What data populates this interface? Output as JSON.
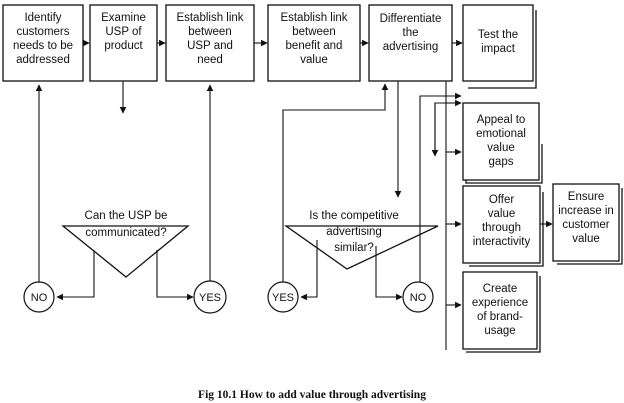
{
  "boxes": {
    "identify": [
      "Identify",
      "customers",
      "needs to be",
      "addressed"
    ],
    "examine": [
      "Examine",
      "USP of",
      "product"
    ],
    "establish_usp": [
      "Establish link",
      "between",
      "USP and",
      "need"
    ],
    "establish_benefit": [
      "Establish link",
      "between",
      "benefit and",
      "value"
    ],
    "differentiate": [
      "Differentiate",
      "the",
      "advertising"
    ],
    "test": [
      "Test the",
      "impact"
    ],
    "appeal": [
      "Appeal to",
      "emotional",
      "value",
      "gaps"
    ],
    "offer": [
      "Offer",
      "value",
      "through",
      "interactivity"
    ],
    "create": [
      "Create",
      "experience",
      "of brand-",
      "usage"
    ],
    "ensure": [
      "Ensure",
      "increase in",
      "customer",
      "value"
    ]
  },
  "decisions": {
    "usp": [
      "Can the USP be",
      "communicated?"
    ],
    "competitive": [
      "Is the competitive",
      "advertising",
      "similar?"
    ]
  },
  "outcomes": {
    "no_left": "NO",
    "yes_left": "YES",
    "yes_right": "YES",
    "no_right": "NO"
  },
  "caption": "Fig 10.1  How to add value through advertising"
}
